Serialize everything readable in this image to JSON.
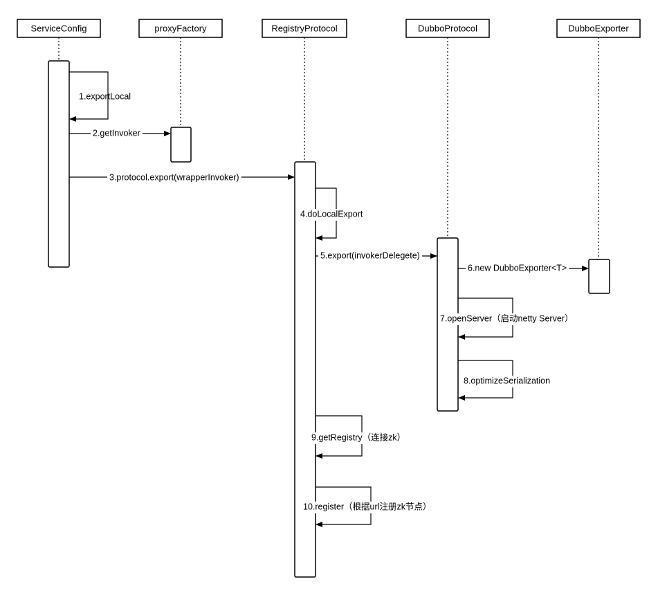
{
  "participants": [
    {
      "id": "serviceconfig",
      "label": "ServiceConfig"
    },
    {
      "id": "proxyfactory",
      "label": "proxyFactory"
    },
    {
      "id": "registryprotocol",
      "label": "RegistryProtocol"
    },
    {
      "id": "dubboprotocol",
      "label": "DubboProtocol"
    },
    {
      "id": "dubboexporter",
      "label": "DubboExporter"
    }
  ],
  "messages": [
    {
      "id": "export-local",
      "label": "1.exportLocal",
      "from": "serviceconfig",
      "to": "serviceconfig"
    },
    {
      "id": "get-invoker",
      "label": "2.getInvoker",
      "from": "serviceconfig",
      "to": "proxyfactory"
    },
    {
      "id": "protocol-export",
      "label": "3.protocol.export(wrapperInvoker)",
      "from": "serviceconfig",
      "to": "registryprotocol"
    },
    {
      "id": "do-local-export",
      "label": "4.doLocalExport",
      "from": "registryprotocol",
      "to": "registryprotocol"
    },
    {
      "id": "export-invoker-delegete",
      "label": "5.export(invokerDelegete)",
      "from": "registryprotocol",
      "to": "dubboprotocol"
    },
    {
      "id": "new-dubbo-exporter",
      "label": "6.new DubboExporter<T>",
      "from": "dubboprotocol",
      "to": "dubboexporter"
    },
    {
      "id": "open-server",
      "label": "7.openServer（启动netty Server）",
      "from": "dubboprotocol",
      "to": "dubboprotocol"
    },
    {
      "id": "optimize-serialization",
      "label": "8.optimizeSerialization",
      "from": "dubboprotocol",
      "to": "dubboprotocol"
    },
    {
      "id": "get-registry",
      "label": "9.getRegistry（连接zk）",
      "from": "registryprotocol",
      "to": "registryprotocol"
    },
    {
      "id": "register",
      "label": "10.register（根据url注册zk节点）",
      "from": "registryprotocol",
      "to": "registryprotocol"
    }
  ]
}
